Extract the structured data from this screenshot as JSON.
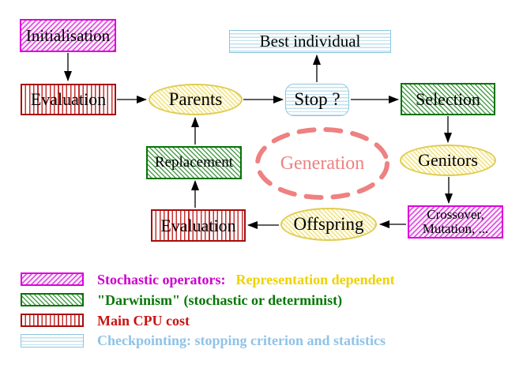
{
  "nodes": {
    "initialisation": "Initialisation",
    "evaluation_top": "Evaluation",
    "parents": "Parents",
    "best_individual": "Best individual",
    "stop": "Stop ?",
    "selection": "Selection",
    "replacement": "Replacement",
    "generation": "Generation",
    "genitors": "Genitors",
    "evaluation_bottom": "Evaluation",
    "crossover_line1": "Crossover,",
    "crossover_line2": "Mutation, ...",
    "offspring": "Offspring"
  },
  "legend": {
    "items": [
      {
        "pattern": "magenta-diagonal-hatch",
        "text": "Stochastic operators:",
        "text2": "Representation dependent"
      },
      {
        "pattern": "green-diagonal-hatch",
        "text": "\"Darwinism\" (stochastic or determinist)"
      },
      {
        "pattern": "red-vertical-stripes",
        "text": "Main CPU cost"
      },
      {
        "pattern": "cyan-horizontal-stripes",
        "text": "Checkpointing: stopping criterion and statistics"
      }
    ]
  },
  "colors": {
    "magenta_border": "#dd00dd",
    "green_border": "#067306",
    "red_border": "#a50d0d",
    "cyan_border": "#8cc6de",
    "yellow_border": "#e0cc52",
    "generation_salmon": "#ee8181",
    "legend_magenta_text": "#cc00cc",
    "legend_yellow_text": "#eed202",
    "legend_green_text": "#047804",
    "legend_red_text": "#c81414",
    "legend_blue_text": "#8fc3e8",
    "arrow_black": "#000000"
  }
}
